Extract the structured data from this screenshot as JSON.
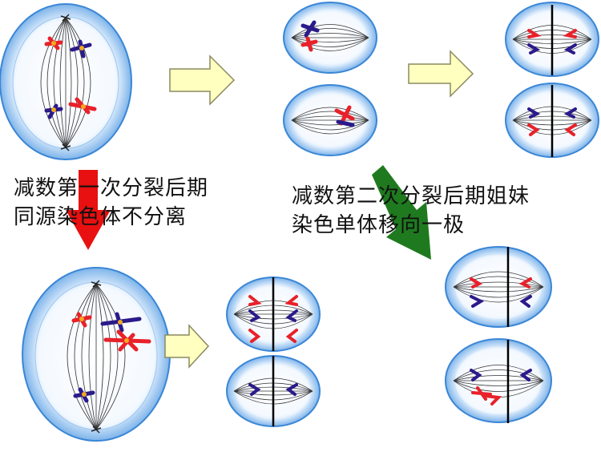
{
  "labels": {
    "meiosis1_line1": "减数第一次分裂后期",
    "meiosis1_line2": "同源染色体不分离",
    "meiosis2_line1": "减数第二次分裂后期姐妹",
    "meiosis2_line2": "染色单体移向一极"
  },
  "colors": {
    "cell_outer": "#5aa2e6",
    "cell_inner": "#eaf4ff",
    "spindle": "#333333",
    "chrom_red": "#e8212a",
    "chrom_blue": "#2a1a8a",
    "centromere": "#f2a81e",
    "arrow_yellow_fill": "#ffffc0",
    "arrow_yellow_stroke": "#8a8a60",
    "arrow_red": "#e81010",
    "arrow_green": "#1f7a1f",
    "plate_line": "#000000"
  }
}
